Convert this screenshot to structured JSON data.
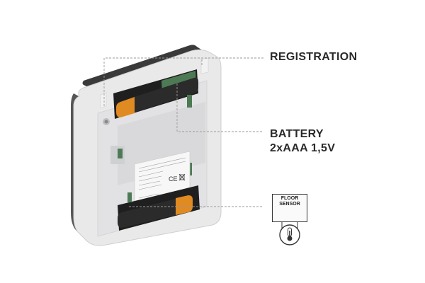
{
  "callouts": {
    "registration": "REGISTRATION",
    "battery_line1": "BATTERY",
    "battery_line2": "2xAAA 1,5V",
    "floor_sensor_line1": "FLOOR",
    "floor_sensor_line2": "SENSOR"
  },
  "colors": {
    "housing": "#e9e9ea",
    "housing_edge": "#d2d2d4",
    "battery_body": "#2b2b2b",
    "battery_cap": "#e08a22",
    "pcb_green": "#4d7a55",
    "leader_line": "#9a9a9a",
    "text": "#2a2a2a"
  },
  "label_sticker": {
    "ce_mark": "CE"
  },
  "icons": [
    "thermometer-icon",
    "recycle-bin-icon"
  ]
}
